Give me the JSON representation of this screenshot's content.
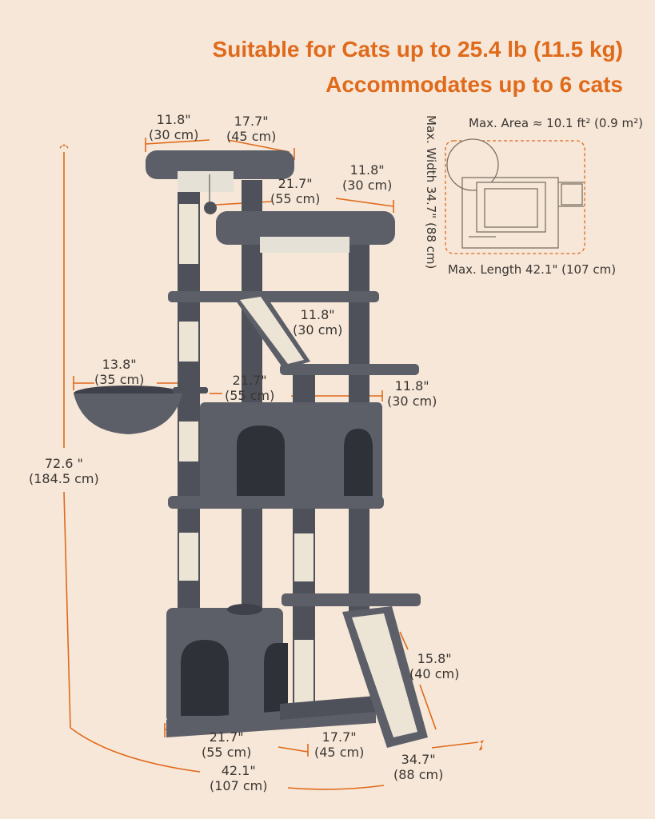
{
  "headline": {
    "line1": "Suitable for Cats up to 25.4 lb (11.5 kg)",
    "line2": "Accommodates up to 6 cats"
  },
  "footprint": {
    "area": "Max. Area ≈ 10.1 ft² (0.9 m²)",
    "length": "Max. Length 42.1\" (107 cm)",
    "width": "Max. Width 34.7\" (88 cm)"
  },
  "dims": {
    "top_depth": {
      "in": "11.8\"",
      "cm": "(30 cm)"
    },
    "top_width": {
      "in": "17.7\"",
      "cm": "(45 cm)"
    },
    "second_width": {
      "in": "21.7\"",
      "cm": "(55 cm)"
    },
    "second_depth": {
      "in": "11.8\"",
      "cm": "(30 cm)"
    },
    "ramp_platform": {
      "in": "11.8\"",
      "cm": "(30 cm)"
    },
    "basket": {
      "in": "13.8\"",
      "cm": "(35 cm)"
    },
    "condo_width": {
      "in": "21.7\"",
      "cm": "(55 cm)"
    },
    "condo_depth": {
      "in": "11.8\"",
      "cm": "(30 cm)"
    },
    "height": {
      "in": "72.6 \"",
      "cm": "(184.5 cm)"
    },
    "ramp_length": {
      "in": "15.8\"",
      "cm": "(40 cm)"
    },
    "base_width": {
      "in": "21.7\"",
      "cm": "(55 cm)"
    },
    "base_depth": {
      "in": "17.7\"",
      "cm": "(45 cm)"
    },
    "max_width": {
      "in": "34.7\"",
      "cm": "(88 cm)"
    },
    "max_length": {
      "in": "42.1\"",
      "cm": "(107 cm)"
    }
  },
  "colors": {
    "accent": "#e06a1b",
    "plush": "#5d5f68",
    "plush_dark": "#3f414a",
    "sisal": "#e9e2d2",
    "background": "#f6e7d8"
  }
}
